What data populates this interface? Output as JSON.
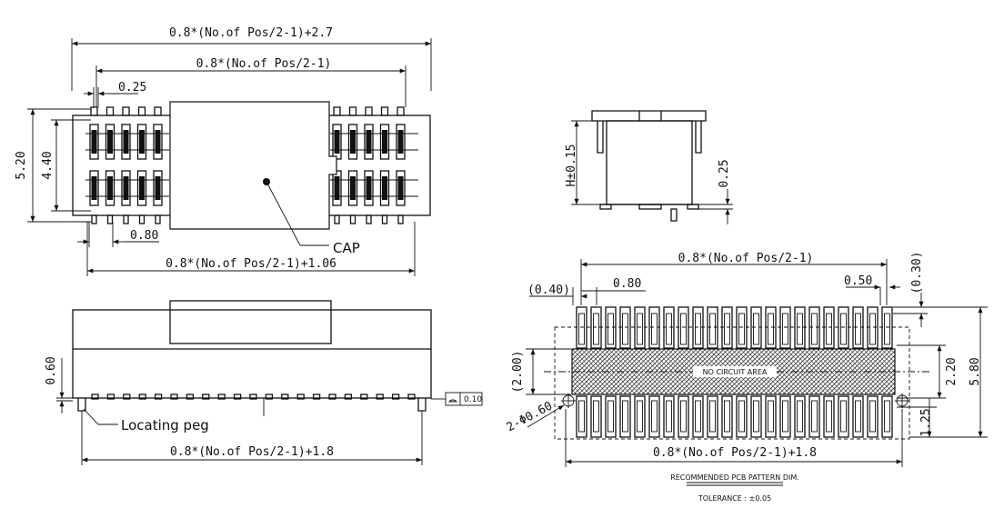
{
  "top_view": {
    "overall_width": "0.8*(No.of Pos/2-1)+2.7",
    "pitch_span": "0.8*(No.of Pos/2-1)",
    "pin_width": "0.25",
    "body_height": "5.20",
    "inner_height": "4.40",
    "pitch": "0.80",
    "bottom_span": "0.8*(No.of Pos/2-1)+1.06",
    "cap_label": "CAP"
  },
  "side_view": {
    "height": "0.60",
    "span": "0.8*(No.of Pos/2-1)+1.8",
    "peg_label": "Locating peg",
    "flatness": "0.10"
  },
  "end_view": {
    "height": "H±0.15",
    "standoff": "0.25"
  },
  "pcb_pattern": {
    "top_span": "0.8*(No.of Pos/2-1)",
    "left_offset": "(0.40)",
    "pitch": "0.80",
    "pad_width": "0.50",
    "right_offset": "(0.30)",
    "center_gap": "(2.00)",
    "inner_height": "2.20",
    "outer_height": "5.80",
    "pad_length": "1.25",
    "hole_label": "2-Φ0.60",
    "bottom_span": "0.8*(No.of Pos/2-1)+1.8",
    "center_label": "NO CIRCUIT AREA",
    "title": "RECOMMENDED PCB PATTERN DIM.",
    "tolerance": "TOLERANCE : ±0.05"
  }
}
